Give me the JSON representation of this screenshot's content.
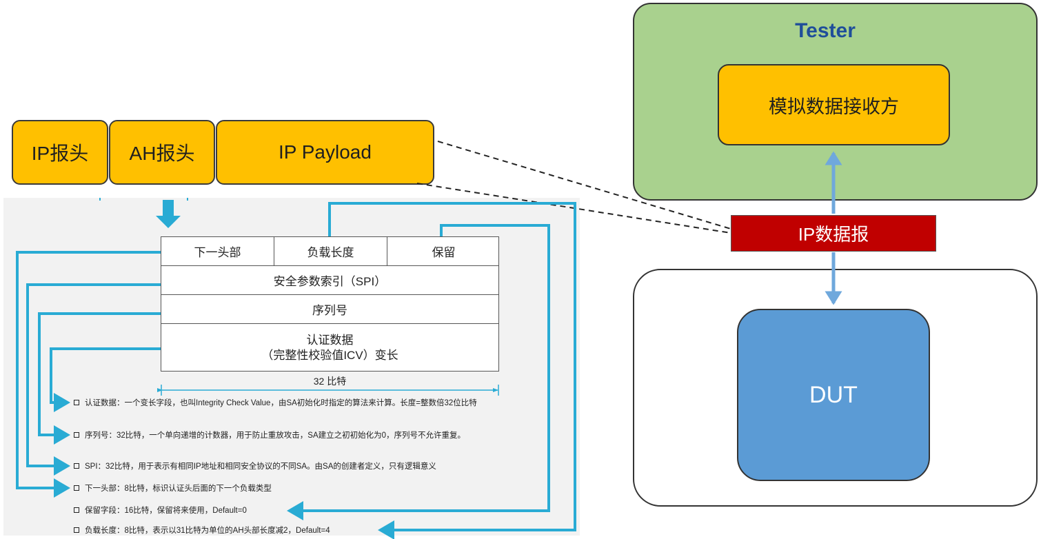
{
  "packet": {
    "ip_header": "IP报头",
    "ah_header": "AH报头",
    "payload": "IP Payload"
  },
  "ah_table": {
    "next_header": "下一头部",
    "payload_length": "负载长度",
    "reserved": "保留",
    "spi": "安全参数索引（SPI）",
    "sequence": "序列号",
    "auth_data_line1": "认证数据",
    "auth_data_line2": "（完整性校验值ICV）变长",
    "width_label": "32 比特"
  },
  "descriptions": [
    "认证数据：一个变长字段，也叫Integrity Check Value，由SA初始化时指定的算法来计算。长度=整数倍32位比特",
    "序列号：32比特，一个单向递增的计数器，用于防止重放攻击，SA建立之初初始化为0，序列号不允许重复。",
    "SPI：32比特，用于表示有相同IP地址和相同安全协议的不同SA。由SA的创建者定义，只有逻辑意义",
    "下一头部：8比特，标识认证头后面的下一个负载类型",
    "保留字段：16比特，保留将来使用，Default=0",
    "负载长度：8比特，表示以31比特为单位的AH头部长度减2，Default=4"
  ],
  "tester": {
    "title": "Tester",
    "receiver": "模拟数据接收方"
  },
  "ip_datagram": "IP数据报",
  "dut": "DUT",
  "colors": {
    "packet_fill": "#FFC000",
    "tester_fill": "#A9D18E",
    "title_blue": "#1F4E9A",
    "dut_fill": "#5B9BD5",
    "datagram_fill": "#C00000",
    "connector": "#29ABD4",
    "link_arrow": "#6FA8DC"
  }
}
